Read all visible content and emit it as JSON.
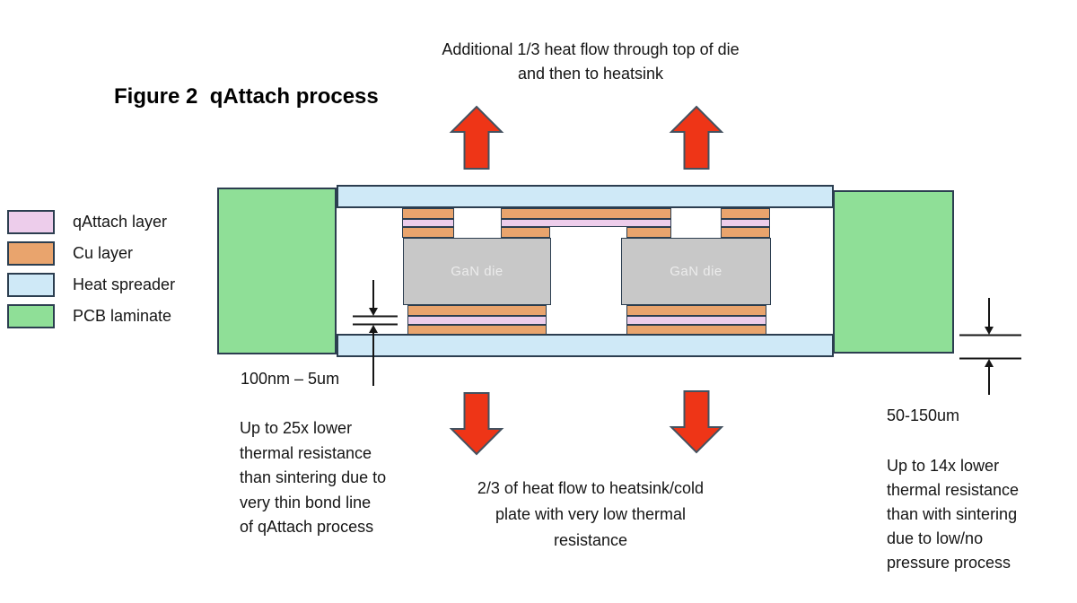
{
  "title": "Figure 2  qAttach process",
  "annotations": {
    "top_heat_flow": "Additional 1/3 heat flow through top of die\nand then to heatsink",
    "bond_line_thickness": "100nm – 5um",
    "left_benefit": "Up to 25x lower\nthermal resistance\nthan sintering due to\nvery thin bond line\nof qAttach process",
    "bottom_heat_flow": "2/3 of heat flow to heatsink/cold\nplate with very low thermal\nresistance",
    "spreader_thickness": "50-150um",
    "right_benefit": "Up to 14x lower\nthermal resistance\nthan with sintering\ndue to low/no\npressure process"
  },
  "legend": {
    "items": [
      {
        "label": "qAttach layer",
        "color": "#edcdeb"
      },
      {
        "label": "Cu layer",
        "color": "#e9a46d"
      },
      {
        "label": "Heat spreader",
        "color": "#cfe9f7"
      },
      {
        "label": "PCB laminate",
        "color": "#8fdf97"
      }
    ]
  },
  "diagram": {
    "die_label": "GaN die",
    "die_count": 2,
    "colors": {
      "qattach_layer": "#edcdeb",
      "cu_layer": "#e9a46d",
      "heat_spreader": "#cfe9f7",
      "pcb_laminate": "#8fdf97",
      "gan_die": "#c8c8c8",
      "die_text": "#ececec",
      "outline": "#2c3e50",
      "heat_arrow_fill": "#ee3517",
      "heat_arrow_outline": "#44515f",
      "dimension_marker": "#151515"
    },
    "heat_arrows": [
      {
        "name": "heat-up-left",
        "direction": "up"
      },
      {
        "name": "heat-up-right",
        "direction": "up"
      },
      {
        "name": "heat-down-left",
        "direction": "down"
      },
      {
        "name": "heat-down-right",
        "direction": "down"
      }
    ]
  }
}
